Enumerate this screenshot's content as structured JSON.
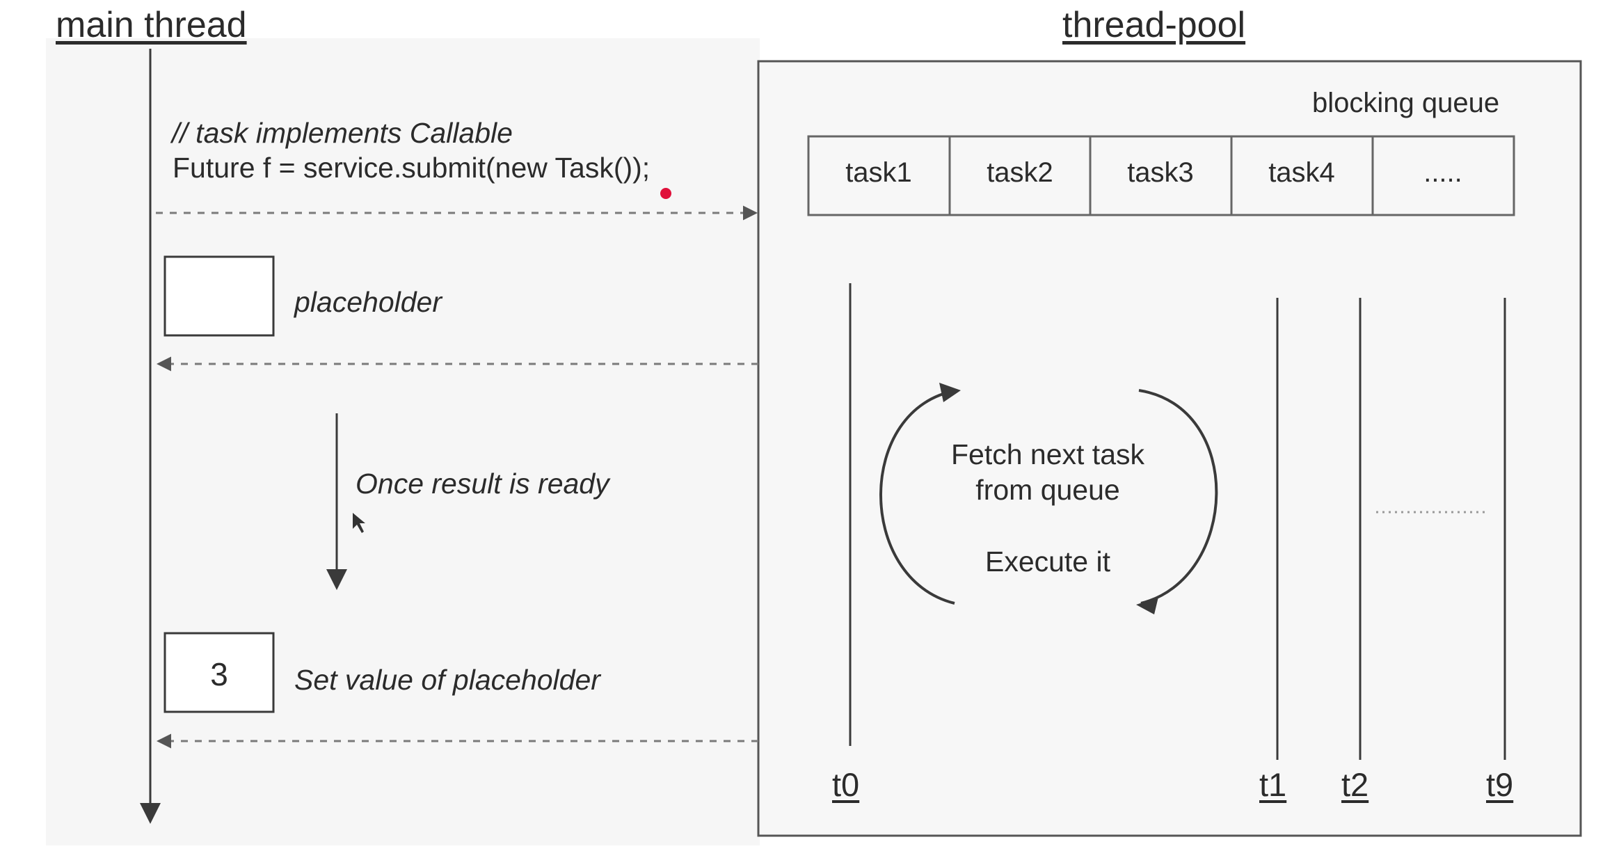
{
  "main_thread": {
    "title": "main thread",
    "code_comment": "// task implements Callable",
    "code_line": "Future f =  service.submit(new Task());",
    "placeholder_label": "placeholder",
    "ready_label": "Once result is ready",
    "value": "3",
    "set_value_label": "Set value of placeholder"
  },
  "thread_pool": {
    "title": "thread-pool",
    "queue_label": "blocking queue",
    "queue": [
      "task1",
      "task2",
      "task3",
      "task4",
      "....."
    ],
    "loop_text": [
      "Fetch next task",
      "from queue",
      "Execute it"
    ],
    "threads": [
      "t0",
      "t1",
      "t2",
      "t9"
    ]
  },
  "colors": {
    "stroke": "#3a3a3a",
    "dashed": "#7a7a7a",
    "panel_bg": "#f7f7f7",
    "cursor_dot": "#e0103a"
  }
}
